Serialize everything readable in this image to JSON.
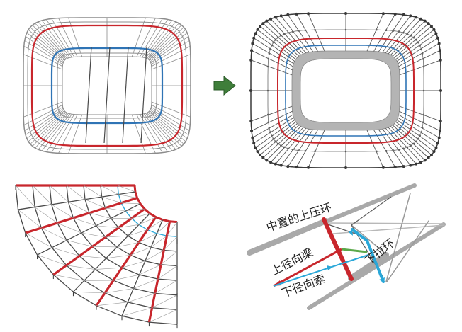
{
  "colors": {
    "frame": "#8c8c8c",
    "frame_dark": "#3a3a3a",
    "upper_ring": "#c8262c",
    "lower_ring": "#2f74b5",
    "inner_ring_fill": "#b4b4b4",
    "arrow": "#3f7e3a",
    "cyan": "#2aa7d8",
    "green_strut": "#5aa84a"
  },
  "panels": {
    "top_left": "stadium-roof-plan-before",
    "top_right": "stadium-roof-plan-after",
    "bottom_left": "roof-corner-3d",
    "bottom_right": "cable-node-detail"
  },
  "labels": {
    "upper_compression_ring": "中置的上压环",
    "upper_radial_beam": "上径向梁",
    "lower_radial_cable": "下径向索",
    "lower_tension_ring": "下拉环"
  },
  "icons": {
    "transition_arrow": "arrow-right-icon"
  }
}
